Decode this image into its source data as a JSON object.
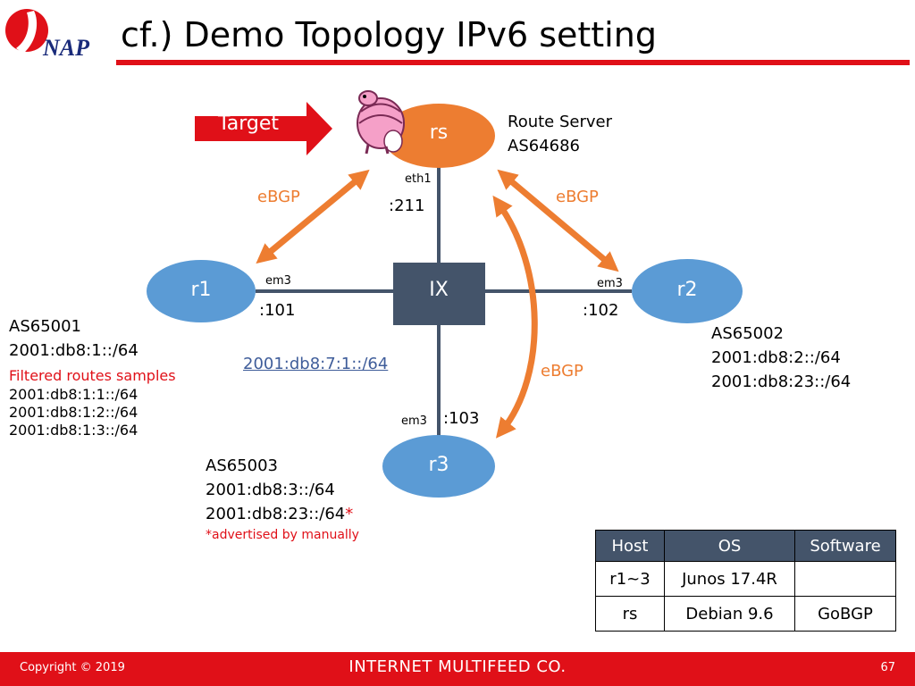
{
  "header": {
    "title": "cf.) Demo Topology IPv6 setting",
    "logo_text": "JPNAP"
  },
  "target": {
    "label": "Target"
  },
  "nodes": {
    "rs": {
      "label": "rs",
      "iface": "eth1",
      "addr": ":211",
      "name_line1": "Route Server",
      "name_line2": "AS64686"
    },
    "ix": {
      "label": "IX"
    },
    "r1": {
      "label": "r1",
      "iface": "em3",
      "addr": ":101",
      "as": "AS65001",
      "prefix1": "2001:db8:1::/64"
    },
    "r2": {
      "label": "r2",
      "iface": "em3",
      "addr": ":102",
      "as": "AS65002",
      "prefix1": "2001:db8:2::/64",
      "prefix2": "2001:db8:23::/64"
    },
    "r3": {
      "label": "r3",
      "iface": "em3",
      "addr": ":103",
      "as": "AS65003",
      "prefix1": "2001:db8:3::/64",
      "prefix2": "2001:db8:23::/64",
      "prefix2_mark": "*",
      "note": "*advertised by manually"
    }
  },
  "ix_prefix": "2001:db8:7:1::/64",
  "ebgp": {
    "left": "eBGP",
    "right": "eBGP",
    "lower": "eBGP"
  },
  "filtered": {
    "heading": "Filtered routes samples",
    "routes": [
      "2001:db8:1:1::/64",
      "2001:db8:1:2::/64",
      "2001:db8:1:3::/64"
    ]
  },
  "table": {
    "headers": [
      "Host",
      "OS",
      "Software"
    ],
    "rows": [
      [
        "r1~3",
        "Junos 17.4R",
        ""
      ],
      [
        "rs",
        "Debian 9.6",
        "GoBGP"
      ]
    ]
  },
  "footer": {
    "copyright": "Copyright © 2019",
    "company": "INTERNET MULTIFEED CO.",
    "page": "67"
  },
  "colors": {
    "brand_red": "#e01018",
    "orange": "#ed7d31",
    "node_blue": "#5b9bd5",
    "ix_navy": "#44546a"
  }
}
